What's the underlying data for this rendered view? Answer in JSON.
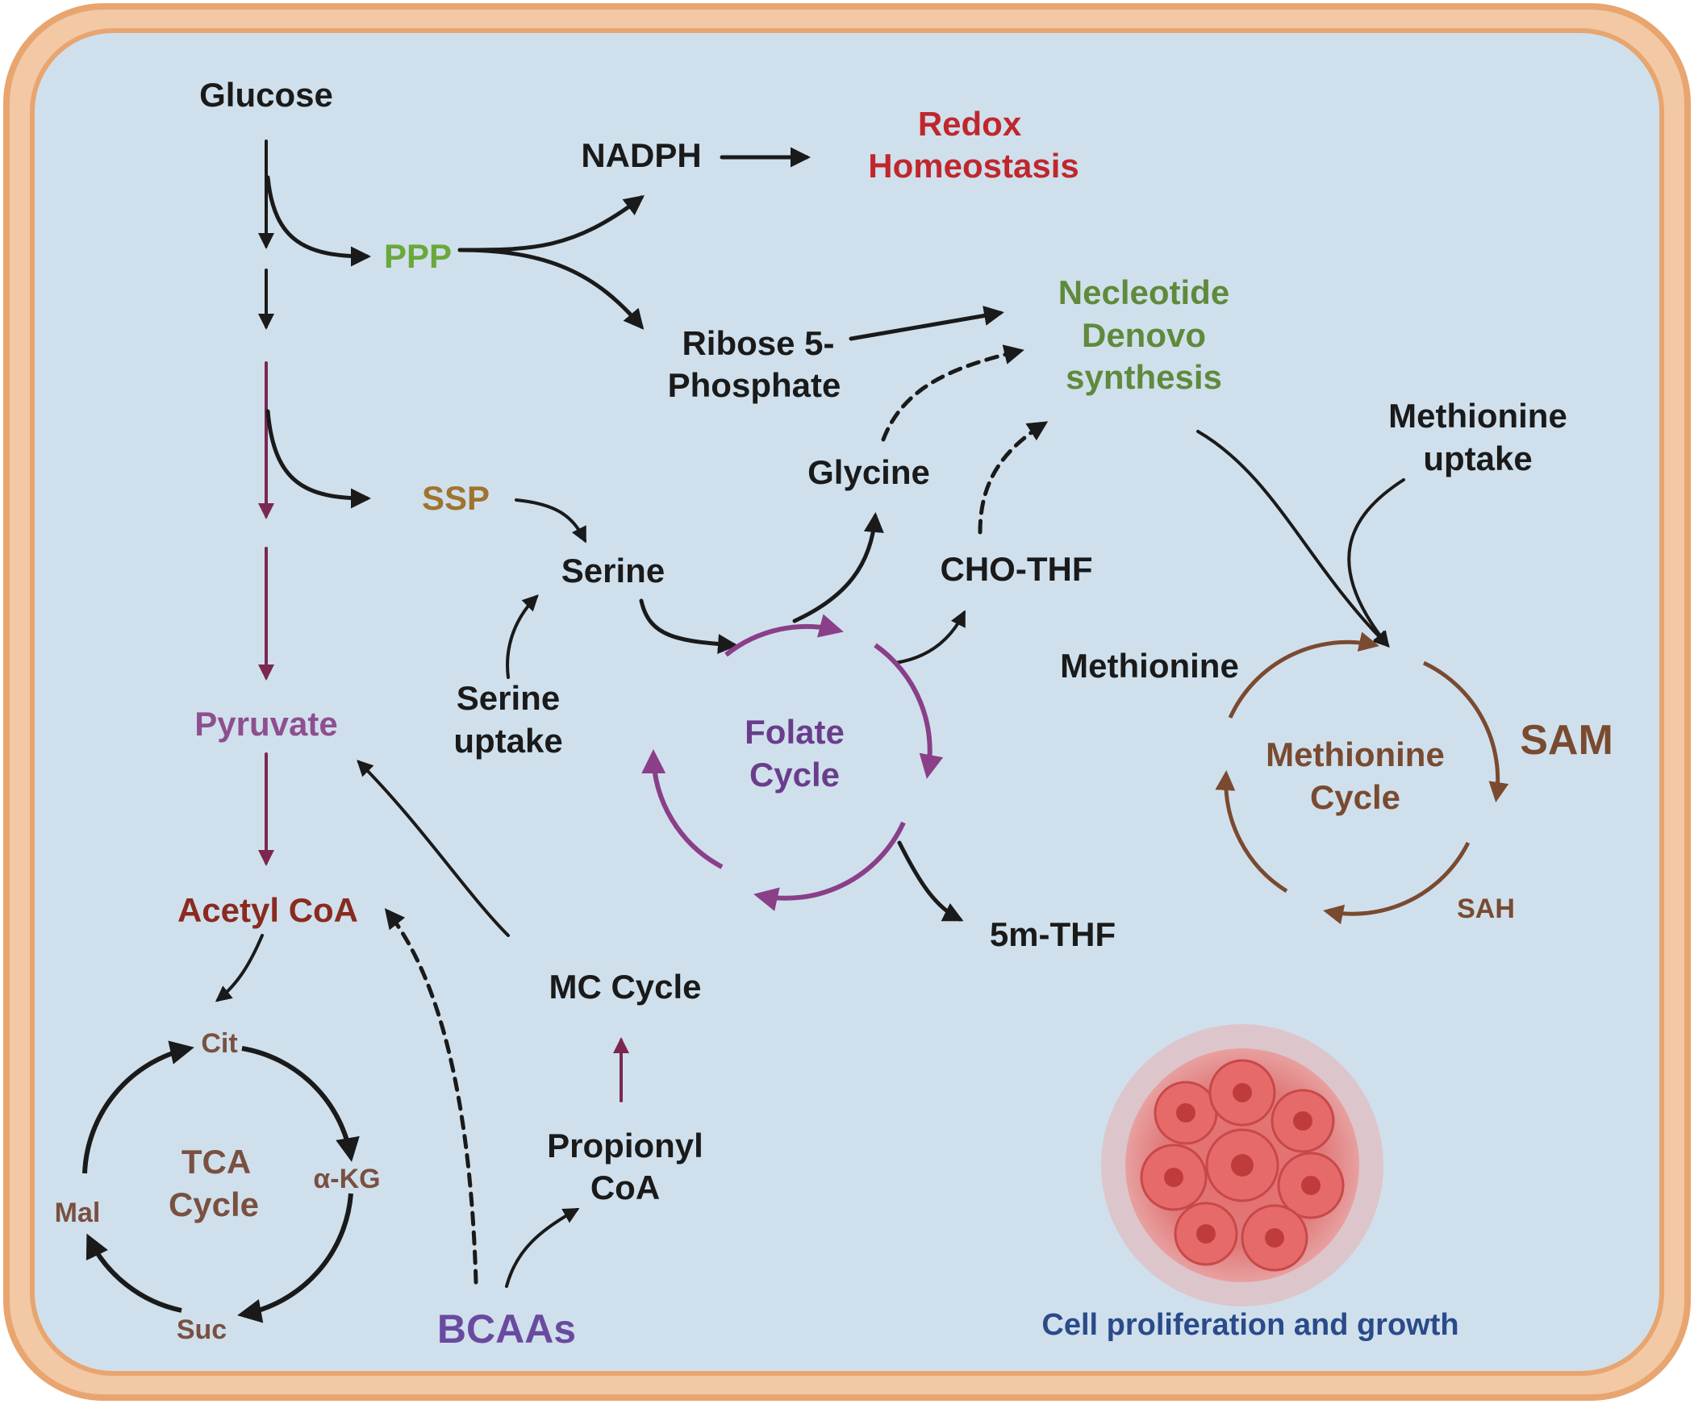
{
  "nodes": {
    "glucose": "Glucose",
    "nadph": "NADPH",
    "redox_1": "Redox",
    "redox_2": "Homeostasis",
    "ppp": "PPP",
    "ribose_1": "Ribose 5-",
    "ribose_2": "Phosphate",
    "nucleotide_1": "Necleotide",
    "nucleotide_2": "Denovo",
    "nucleotide_3": "synthesis",
    "methionine_uptake_1": "Methionine",
    "methionine_uptake_2": "uptake",
    "glycine": "Glycine",
    "ssp": "SSP",
    "serine": "Serine",
    "cho_thf": "CHO-THF",
    "methionine": "Methionine",
    "sam": "SAM",
    "methionine_cycle_1": "Methionine",
    "methionine_cycle_2": "Cycle",
    "serine_uptake_1": "Serine",
    "serine_uptake_2": "uptake",
    "pyruvate": "Pyruvate",
    "folate_cycle_1": "Folate",
    "folate_cycle_2": "Cycle",
    "sah": "SAH",
    "acetyl_coa": "Acetyl CoA",
    "five_m_thf": "5m-THF",
    "mc_cycle": "MC Cycle",
    "cit": "Cit",
    "tca_1": "TCA",
    "tca_2": "Cycle",
    "akg": "α-KG",
    "mal": "Mal",
    "propionyl_1": "Propionyl",
    "propionyl_2": "CoA",
    "suc": "Suc",
    "bcaas": "BCAAs",
    "cell_proliferation": "Cell proliferation and growth"
  },
  "colors": {
    "cell_border": "#e8a56f",
    "cell_fill": "#cfe0ec",
    "black": "#1a1a1a",
    "red": "#c0272d",
    "green_ppp": "#6aa83a",
    "green_nucleotide": "#5f8a3c",
    "ssp_brown": "#a0732f",
    "pyruvate_purple": "#8e4f8f",
    "acetyl_red": "#8a2a20",
    "folate_purple": "#8a3f88",
    "folate_label": "#6a3d8c",
    "methionine_brown": "#7a4a30",
    "tca_brown": "#7a5040",
    "maroon_arrow": "#7a2850",
    "bcaas_purple": "#6a4aa0",
    "cell_text_blue": "#2a4a8a",
    "tumor_red": "#e06868"
  },
  "icons": [
    "tumor-cell-cluster-icon"
  ]
}
